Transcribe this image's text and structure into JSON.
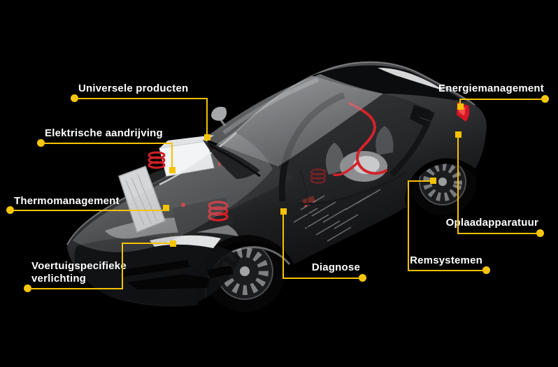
{
  "colors": {
    "background": "#000000",
    "accent_yellow": "#f6c200",
    "label_text": "#ffffff",
    "car_red_accent": "#d2232a"
  },
  "callouts": {
    "universele_producten": {
      "label": "Universele producten"
    },
    "elektrische_aandrijving": {
      "label": "Elektrische aandrijving"
    },
    "thermomanagement": {
      "label": "Thermomanagement"
    },
    "voertuigspecifieke_verlichting": {
      "label": "Voertuigspecifieke verlichting"
    },
    "diagnose": {
      "label": "Diagnose"
    },
    "remsystemen": {
      "label": "Remsystemen"
    },
    "oplaadapparatuur": {
      "label": "Oplaadapparatuur"
    },
    "energiemanagement": {
      "label": "Energiemanagement"
    }
  }
}
